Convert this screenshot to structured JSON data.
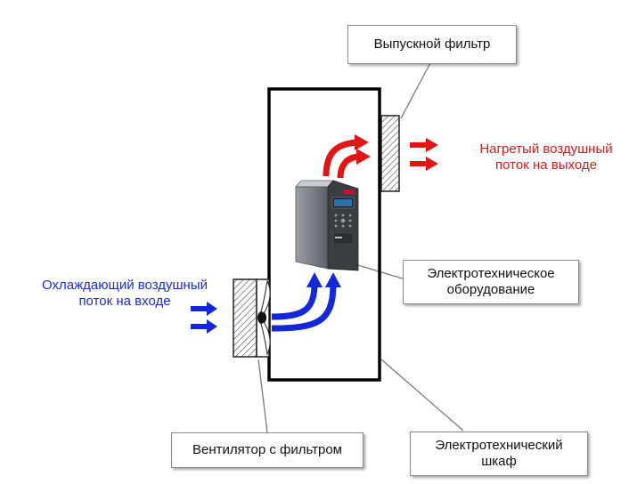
{
  "labels": {
    "exhaust_filter": "Выпускной фильтр",
    "hot_air_line1": "Нагретый воздушный",
    "hot_air_line2": "поток на выходе",
    "cool_air_line1": "Охлаждающий воздушный",
    "cool_air_line2": "поток на входе",
    "equipment_line1": "Электротехническое",
    "equipment_line2": "оборудование",
    "fan_filter": "Вентилятор с фильтром",
    "cabinet_line1": "Электротехнический",
    "cabinet_line2": "шкаф"
  },
  "colors": {
    "hot_air": "#e01515",
    "cool_air": "#1428d8",
    "leader_line": "#7a7a7a",
    "cabinet_outline": "#000000",
    "device_body": "#3a3d42"
  },
  "icons": [
    "fan-icon",
    "filter-grille-icon",
    "frequency-drive-icon"
  ]
}
